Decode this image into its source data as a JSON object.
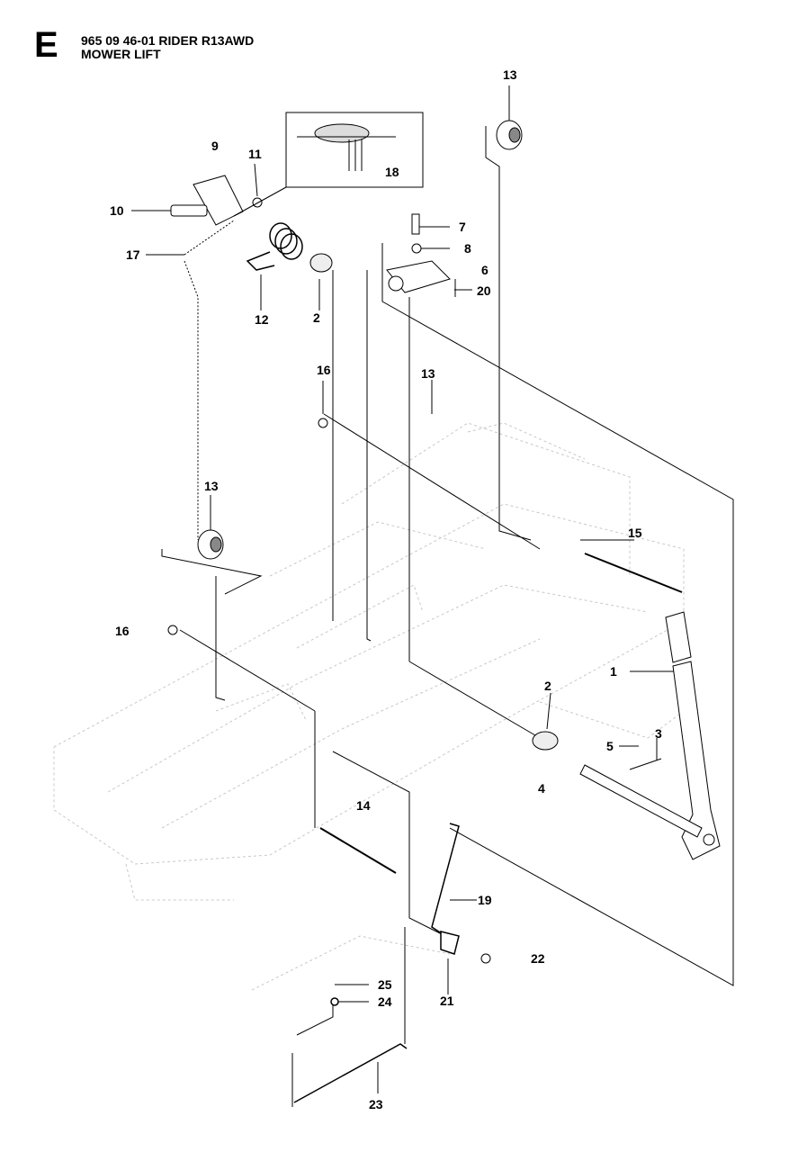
{
  "header": {
    "section_letter": "E",
    "part_line": "965 09 46-01 RIDER R13AWD",
    "subtitle": "MOWER LIFT"
  },
  "callouts": [
    {
      "id": "13a",
      "text": "13"
    },
    {
      "id": "9",
      "text": "9"
    },
    {
      "id": "11",
      "text": "11"
    },
    {
      "id": "18",
      "text": "18"
    },
    {
      "id": "10",
      "text": "10"
    },
    {
      "id": "17",
      "text": "17"
    },
    {
      "id": "7",
      "text": "7"
    },
    {
      "id": "8",
      "text": "8"
    },
    {
      "id": "6",
      "text": "6"
    },
    {
      "id": "20",
      "text": "20"
    },
    {
      "id": "12",
      "text": "12"
    },
    {
      "id": "2a",
      "text": "2"
    },
    {
      "id": "16a",
      "text": "16"
    },
    {
      "id": "13b",
      "text": "13"
    },
    {
      "id": "13c",
      "text": "13"
    },
    {
      "id": "15",
      "text": "15"
    },
    {
      "id": "16b",
      "text": "16"
    },
    {
      "id": "1",
      "text": "1"
    },
    {
      "id": "2b",
      "text": "2"
    },
    {
      "id": "3",
      "text": "3"
    },
    {
      "id": "5",
      "text": "5"
    },
    {
      "id": "4",
      "text": "4"
    },
    {
      "id": "14",
      "text": "14"
    },
    {
      "id": "19",
      "text": "19"
    },
    {
      "id": "22",
      "text": "22"
    },
    {
      "id": "21",
      "text": "21"
    },
    {
      "id": "25",
      "text": "25"
    },
    {
      "id": "24",
      "text": "24"
    },
    {
      "id": "23",
      "text": "23"
    }
  ]
}
